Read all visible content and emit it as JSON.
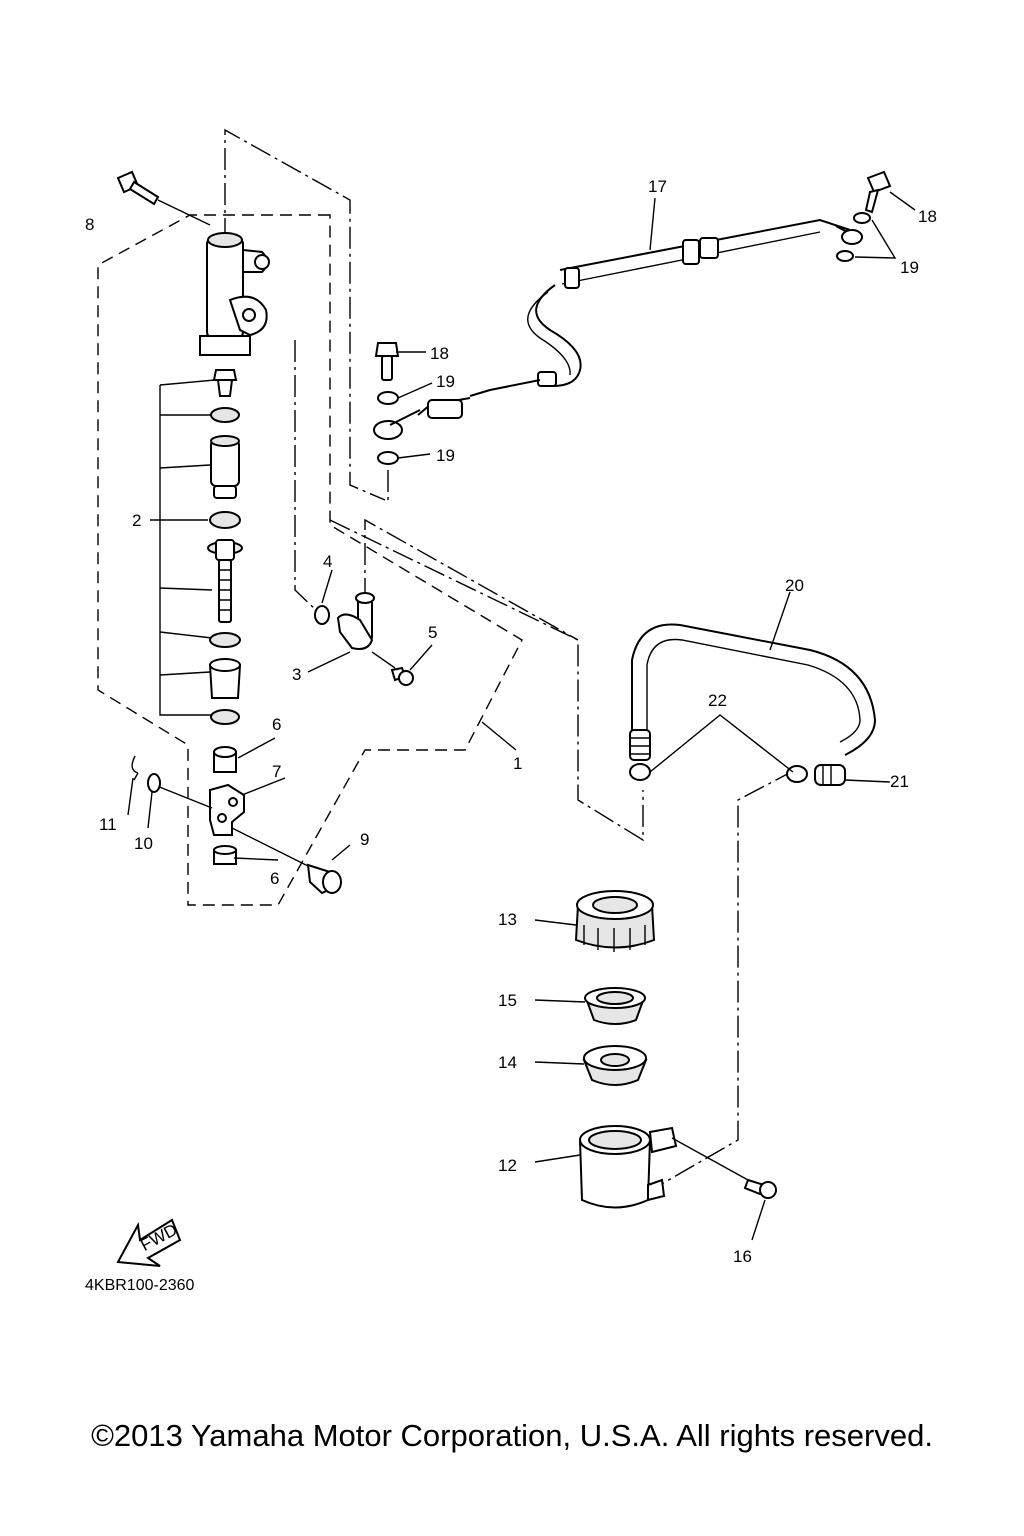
{
  "diagram": {
    "code": "4KBR100-2360",
    "fwd_label": "FWD",
    "callouts": {
      "c1": "1",
      "c2": "2",
      "c3": "3",
      "c4": "4",
      "c5": "5",
      "c6a": "6",
      "c6b": "6",
      "c7": "7",
      "c8": "8",
      "c9": "9",
      "c10": "10",
      "c11": "11",
      "c12": "12",
      "c13": "13",
      "c14": "14",
      "c15": "15",
      "c16": "16",
      "c17": "17",
      "c18a": "18",
      "c18b": "18",
      "c19a": "19",
      "c19b": "19",
      "c19c": "19",
      "c20": "20",
      "c21": "21",
      "c22": "22"
    }
  },
  "footer": {
    "copyright": "©2013 Yamaha Motor Corporation, U.S.A. All rights reserved."
  }
}
